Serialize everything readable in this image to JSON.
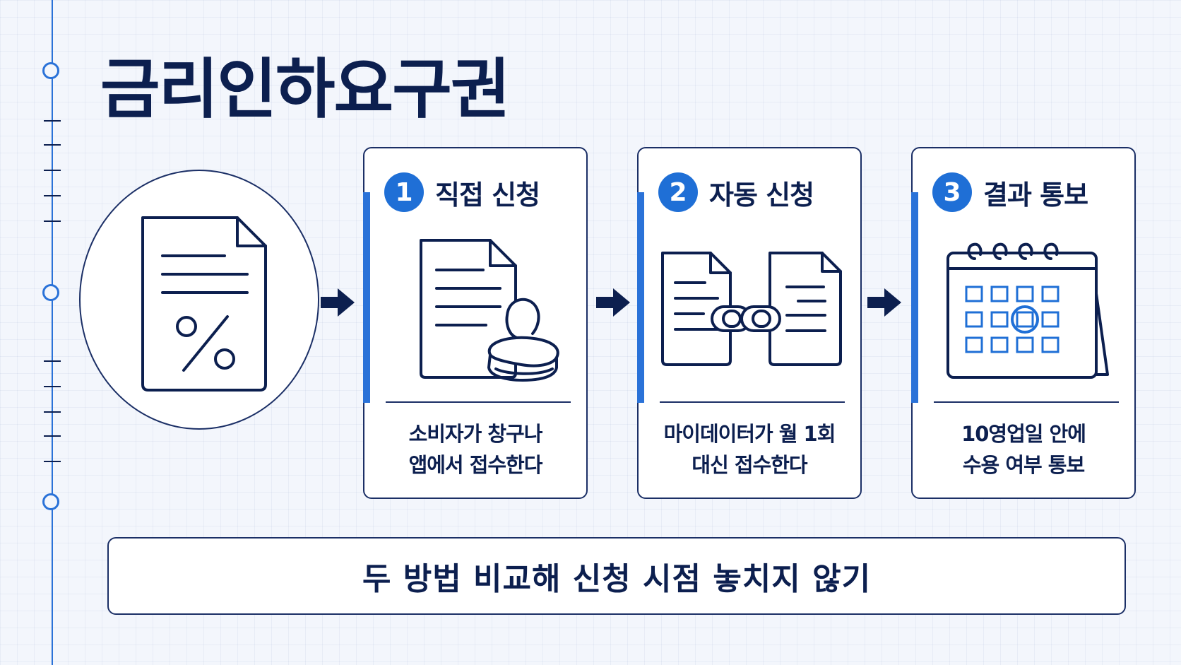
{
  "title": "금리인하요구권",
  "colors": {
    "navy": "#0c1f4f",
    "accent_blue": "#1f6fd6",
    "background": "#f3f6fc"
  },
  "hero_icon": "percent-document-icon",
  "steps": [
    {
      "number": "1",
      "title": "직접 신청",
      "icon": "document-stamp-icon",
      "lines": [
        "소비자가 창구나",
        "앱에서 접수한다"
      ]
    },
    {
      "number": "2",
      "title": "자동 신청",
      "icon": "linked-documents-icon",
      "lines": [
        "마이데이터가 월 1회",
        "대신 접수한다"
      ]
    },
    {
      "number": "3",
      "title": "결과 통보",
      "icon": "calendar-icon",
      "lines": [
        "10영업일 안에",
        "수용 여부 통보"
      ]
    }
  ],
  "banner": "두 방법 비교해 신청 시점 놓치지 않기"
}
